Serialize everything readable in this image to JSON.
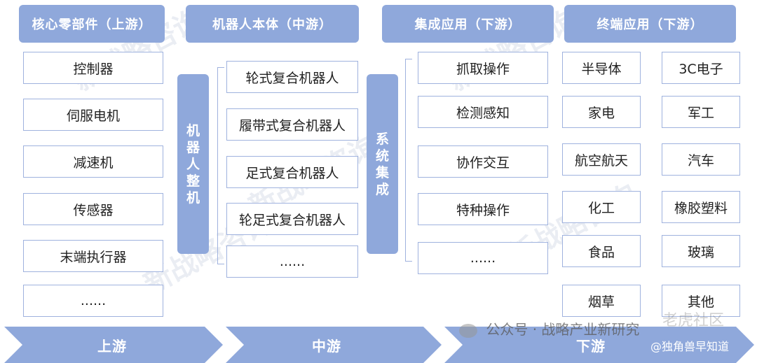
{
  "headers": {
    "upstream": "核心零部件（上游）",
    "midstream": "机器人本体（中游）",
    "integration": "集成应用（下游）",
    "terminal": "终端应用（下游）"
  },
  "upstream_items": [
    "控制器",
    "伺服电机",
    "减速机",
    "传感器",
    "末端执行器",
    "......"
  ],
  "mid_side_label": [
    "机",
    "器",
    "人",
    "整",
    "机"
  ],
  "midstream_items": [
    "轮式复合机器人",
    "履带式复合机器人",
    "足式复合机器人",
    "轮足式复合机器人",
    "......"
  ],
  "integration_side_label": [
    "系",
    "统",
    "集",
    "成"
  ],
  "integration_items": [
    "抓取操作",
    "检测感知",
    "协作交互",
    "特种操作",
    "......"
  ],
  "terminal_left": [
    "半导体",
    "家电",
    "航空航天",
    "化工",
    "食品",
    "烟草"
  ],
  "terminal_right": [
    "3C电子",
    "军工",
    "汽车",
    "橡胶塑料",
    "玻璃",
    "其他"
  ],
  "stages": [
    "上游",
    "中游",
    "下游"
  ],
  "watermark": "新战略咨询",
  "wechat_text": "公众号 · 战略产业新研究",
  "corner_mark": "老虎社区",
  "handle": "@独角兽早知道",
  "colors": {
    "accent": "#8fa8db",
    "border": "#9fb2de",
    "arrow": "#8fa8db"
  }
}
